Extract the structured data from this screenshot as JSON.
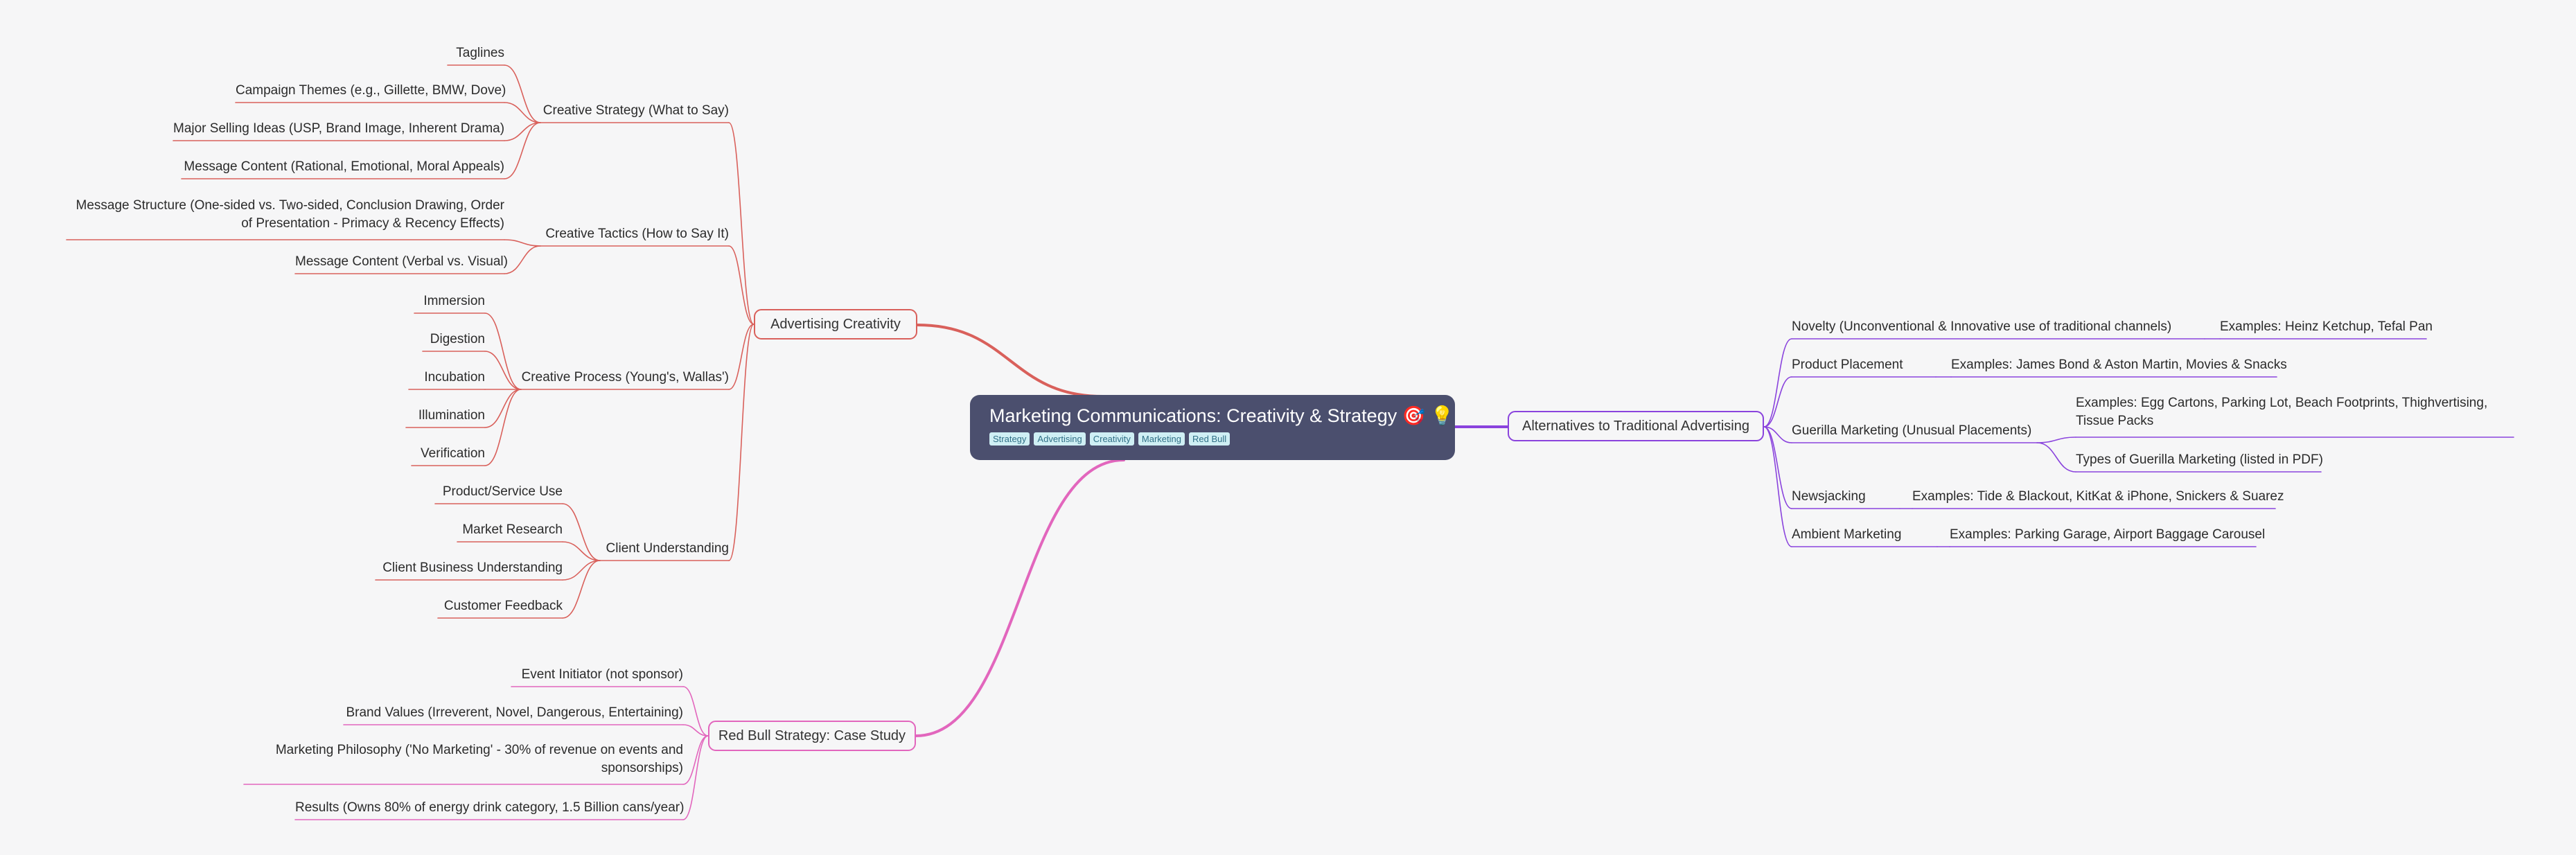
{
  "root": {
    "title": "Marketing Communications: Creativity & Strategy 🎯 💡",
    "tags": [
      "Strategy",
      "Advertising",
      "Creativity",
      "Marketing",
      "Red Bull"
    ]
  },
  "branches": {
    "advertising_creativity": {
      "label": "Advertising Creativity",
      "color": "#d9605b",
      "groups": [
        {
          "label": "Creative Strategy (What to Say)",
          "items": [
            "Taglines",
            "Campaign Themes (e.g., Gillette, BMW, Dove)",
            "Major Selling Ideas (USP, Brand Image, Inherent Drama)",
            "Message Content (Rational, Emotional, Moral Appeals)"
          ]
        },
        {
          "label": "Creative Tactics (How to Say It)",
          "items": [
            "Message Structure (One-sided vs. Two-sided, Conclusion Drawing, Order of Presentation - Primacy & Recency Effects)",
            "Message Content (Verbal vs. Visual)"
          ]
        },
        {
          "label": "Creative Process (Young's, Wallas')",
          "items": [
            "Immersion",
            "Digestion",
            "Incubation",
            "Illumination",
            "Verification"
          ]
        },
        {
          "label": "Client Understanding",
          "items": [
            "Product/Service Use",
            "Market Research",
            "Client Business Understanding",
            "Customer Feedback"
          ]
        }
      ]
    },
    "red_bull": {
      "label": "Red Bull Strategy: Case Study",
      "color": "#e266bd",
      "items": [
        "Event Initiator (not sponsor)",
        "Brand Values (Irreverent, Novel, Dangerous, Entertaining)",
        "Marketing Philosophy ('No Marketing' - 30% of revenue on events and sponsorships)",
        "Results (Owns 80% of energy drink category, 1.5 Billion cans/year)"
      ]
    },
    "alternatives": {
      "label": "Alternatives to Traditional Advertising",
      "color": "#8a43dd",
      "groups": [
        {
          "label": "Novelty (Unconventional & Innovative use of traditional channels)",
          "items": [
            "Examples: Heinz Ketchup, Tefal Pan"
          ]
        },
        {
          "label": "Product Placement",
          "items": [
            "Examples: James Bond & Aston Martin, Movies & Snacks"
          ]
        },
        {
          "label": "Guerilla Marketing (Unusual Placements)",
          "items": [
            "Examples: Egg Cartons, Parking Lot, Beach Footprints, Thighvertising, Tissue Packs",
            "Types of Guerilla Marketing (listed in PDF)"
          ]
        },
        {
          "label": "Newsjacking",
          "items": [
            "Examples: Tide & Blackout, KitKat & iPhone, Snickers & Suarez"
          ]
        },
        {
          "label": "Ambient Marketing",
          "items": [
            "Examples: Parking Garage, Airport Baggage Carousel"
          ]
        }
      ]
    }
  }
}
